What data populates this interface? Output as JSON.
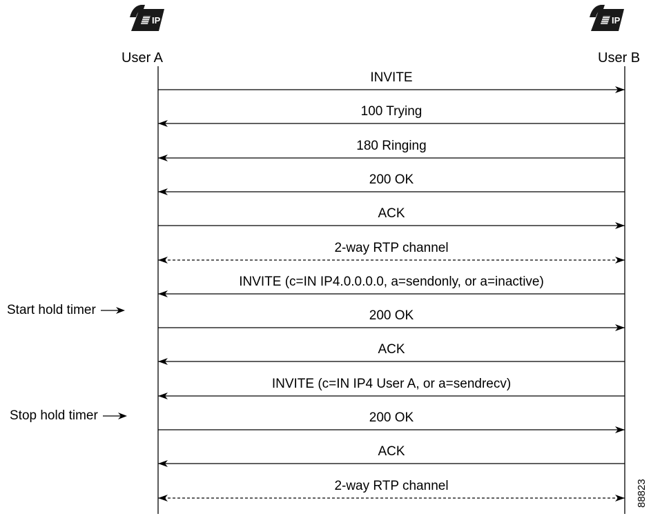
{
  "parties": {
    "a": {
      "label": "User A",
      "icon": "ip-phone-icon",
      "icon_badge": "IP"
    },
    "b": {
      "label": "User B",
      "icon": "ip-phone-icon",
      "icon_badge": "IP"
    }
  },
  "messages": [
    {
      "label": "INVITE",
      "direction": "a-to-b",
      "style": "solid"
    },
    {
      "label": "100 Trying",
      "direction": "b-to-a",
      "style": "solid"
    },
    {
      "label": "180 Ringing",
      "direction": "b-to-a",
      "style": "solid"
    },
    {
      "label": "200 OK",
      "direction": "b-to-a",
      "style": "solid"
    },
    {
      "label": "ACK",
      "direction": "a-to-b",
      "style": "solid"
    },
    {
      "label": "2-way RTP channel",
      "direction": "both",
      "style": "dashed"
    },
    {
      "label": "INVITE (c=IN IP4.0.0.0.0, a=sendonly, or a=inactive)",
      "direction": "b-to-a",
      "style": "solid"
    },
    {
      "label": "200 OK",
      "direction": "a-to-b",
      "style": "solid"
    },
    {
      "label": "ACK",
      "direction": "b-to-a",
      "style": "solid"
    },
    {
      "label": "INVITE (c=IN IP4 User A, or a=sendrecv)",
      "direction": "b-to-a",
      "style": "solid"
    },
    {
      "label": "200 OK",
      "direction": "a-to-b",
      "style": "solid"
    },
    {
      "label": "ACK",
      "direction": "b-to-a",
      "style": "solid"
    },
    {
      "label": "2-way RTP channel",
      "direction": "both",
      "style": "dashed"
    }
  ],
  "annotations": {
    "start_hold": "Start hold timer",
    "stop_hold": "Stop hold timer"
  },
  "figure_id": "88823"
}
